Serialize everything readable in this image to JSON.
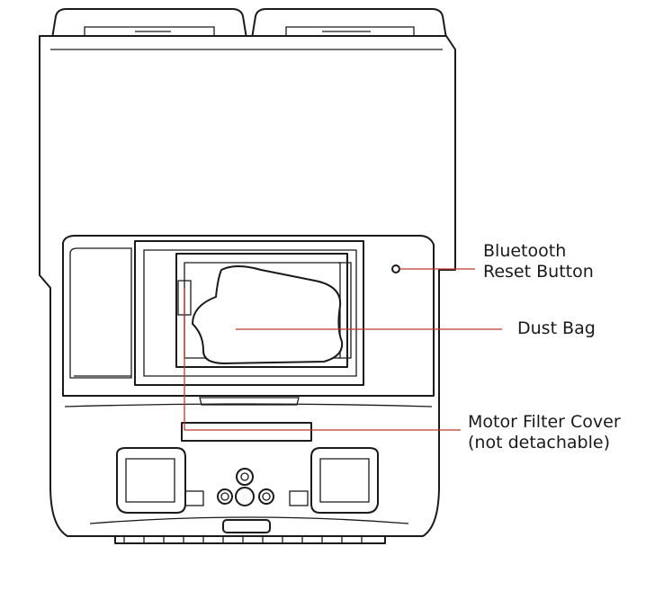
{
  "callouts": {
    "bluetooth_line1": "Bluetooth",
    "bluetooth_line2": "Reset Button",
    "dust_bag": "Dust Bag",
    "motor_line1": "Motor Filter Cover",
    "motor_line2": "(not detachable)"
  },
  "colors": {
    "leader_line": "#c0392b",
    "outline": "#1a1a1a"
  }
}
